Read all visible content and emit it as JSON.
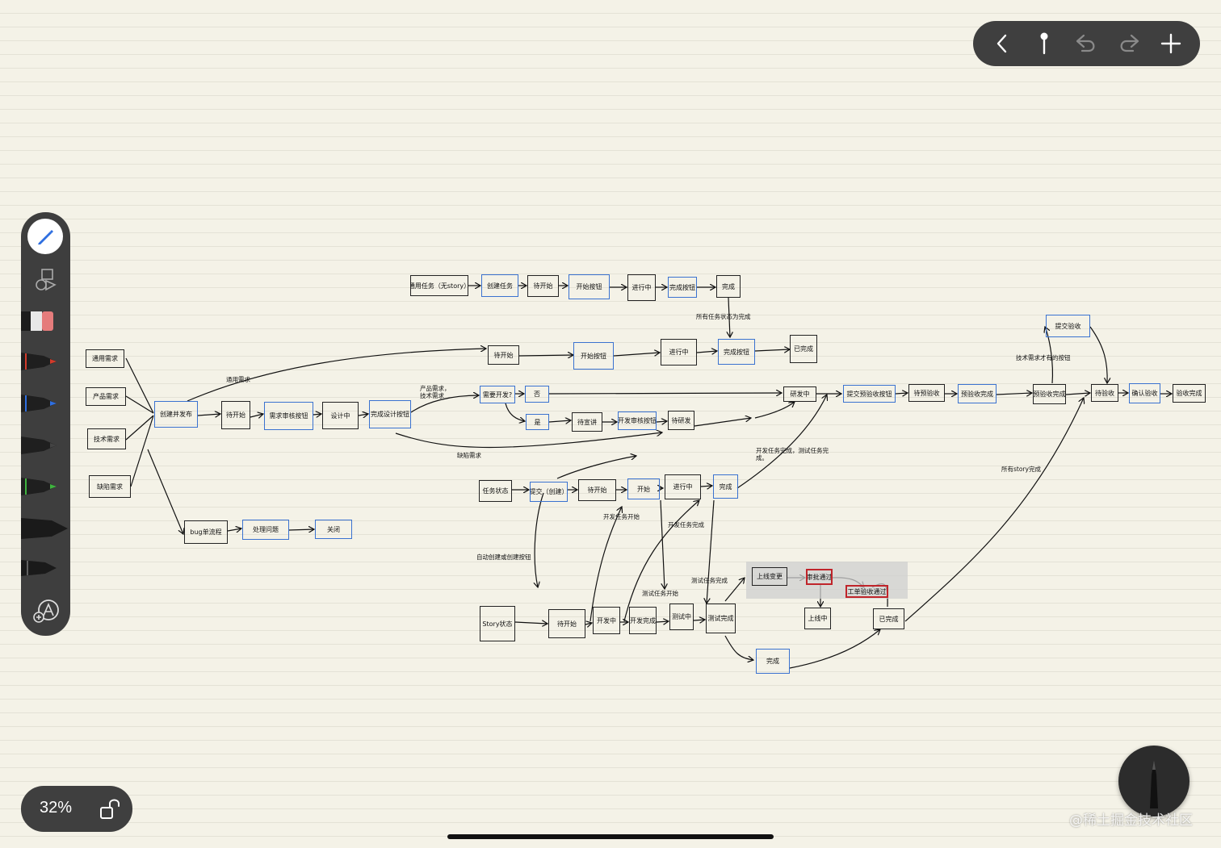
{
  "app": {
    "zoom_label": "32%",
    "watermark": "@稀土掘金技术社区"
  },
  "toolbar": {
    "icons": [
      "chevron-left-icon",
      "pin-icon",
      "undo-icon",
      "redo-icon",
      "plus-icon"
    ],
    "background": "#3f3f3f"
  },
  "palette": {
    "tools": [
      "pen-icon",
      "shapes-icon",
      "eraser-icon",
      "red-pen-icon",
      "blue-pen-icon",
      "black-pen-icon",
      "green-pen-icon",
      "marker-icon",
      "pencil-icon",
      "add-tool-icon"
    ]
  },
  "colors": {
    "canvas": "#f4f2e7",
    "node_border": "#222222",
    "node_blue": "#3a72d0",
    "node_red": "#c0242a"
  },
  "diagram": {
    "nodes": {
      "n_tongyong_task": "通用任务（无story）",
      "n_chuangjian_task": "创建任务",
      "n_daikaishi_top": "待开始",
      "n_kaishi_btn_top": "开始按钮",
      "n_jinxing_top": "进行中",
      "n_wancheng_btn_top": "完成按钮",
      "n_wancheng_top": "完成",
      "n_tongyong_xuqiu": "通用需求",
      "n_chanpin_xuqiu": "产品需求",
      "n_jishu_xuqiu": "技术需求",
      "n_quexian_xuqiu": "缺陷需求",
      "n_create_publish": "创建并发布",
      "n_daikaishi2": "待开始",
      "n_shenhe_btn": "需求审核按钮",
      "n_sheji": "设计中",
      "n_sheji_btn": "完成设计按钮",
      "n_daikaishi3": "待开始",
      "n_kaishi_btn2": "开始按钮",
      "n_jinxing2": "进行中",
      "n_wancheng_btn2": "完成按钮",
      "n_yiwancheng": "已完成",
      "n_need_dev": "需要开发?",
      "n_fou": "否",
      "n_shi": "是",
      "n_daixuanjiang": "待宣讲",
      "n_kaifa_shenhe": "开发审核按钮",
      "n_daiyanfa": "待研发",
      "n_yanfazhong": "研发中",
      "n_tijiao_yuyanshou": "提交预验收按钮",
      "n_dai_yuyanshou": "待预验收",
      "n_yuyanshou_done_btn": "预验收完成",
      "n_yuyanshou_done": "预验收完成",
      "n_daiyanshou": "待验收",
      "n_queren_yanshou": "确认验收",
      "n_yanshou_done": "验收完成",
      "n_tijiao_yanshou": "提交验收",
      "n_renwu_state": "任务状态",
      "n_tijiao_create": "提交（创建）",
      "n_daikaishi4": "待开始",
      "n_kaishi4": "开始",
      "n_jinxing4": "进行中",
      "n_wancheng4": "完成",
      "n_bug_flow": "bug单流程",
      "n_chuli": "处理问题",
      "n_guanbi": "关闭",
      "n_story_state": "Story状态",
      "n_daikaishi5": "待开始",
      "n_kaifazhong": "开发中",
      "n_kaifa_done": "开发完成",
      "n_ceshizhong": "测试中",
      "n_ceshi_done": "测试完成",
      "n_wancheng5": "完成",
      "n_shangxian_change": "上线变更",
      "n_shenpi_pass": "审批通过",
      "n_gongdan_pass": "工单验收通过",
      "n_shangxianzhong": "上线中",
      "n_yiwancheng5": "已完成"
    },
    "labels": {
      "l_all_done": "所有任务状态为完成",
      "l_tongyong": "通用需求",
      "l_chanpin_jishu": "产品需求，\n技术需求",
      "l_quexian": "缺陷需求",
      "l_jishu_only": "技术需求才有的按钮",
      "l_dev_test_done": "开发任务完成，测试任务完\n成。",
      "l_all_story": "所有story完成",
      "l_dev_start": "开发任务开始",
      "l_dev_done": "开发任务完成",
      "l_auto_create": "自动创建或创建按钮",
      "l_test_done": "测试任务完成",
      "l_test_start": "测试任务开始"
    }
  }
}
